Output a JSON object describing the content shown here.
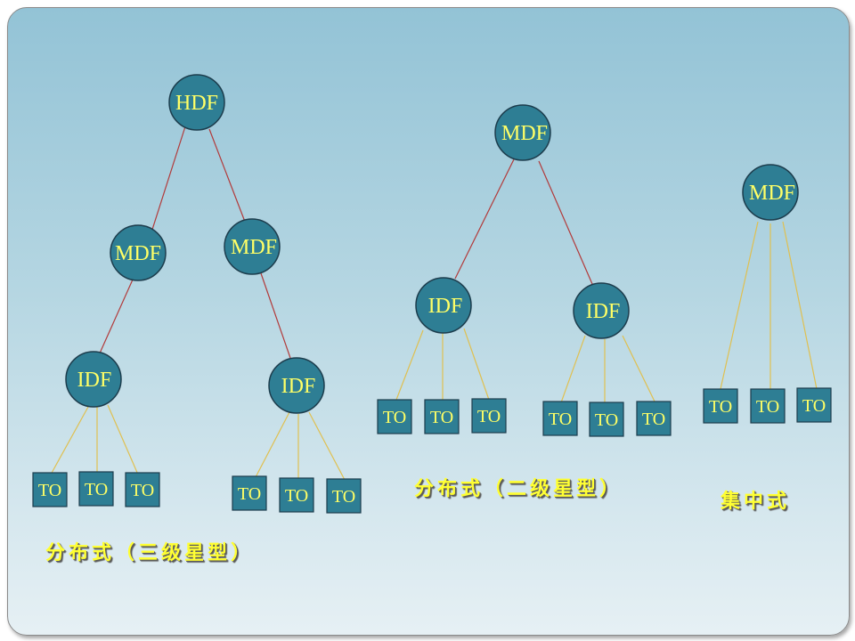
{
  "diagram": {
    "tree_three_tier": {
      "root": "HDF",
      "mdf_left": "MDF",
      "mdf_right": "MDF",
      "idf_left": "IDF",
      "idf_right": "IDF",
      "to_labels": [
        "TO",
        "TO",
        "TO",
        "TO",
        "TO",
        "TO"
      ],
      "caption": "分布式（三级星型）"
    },
    "tree_two_tier": {
      "root": "MDF",
      "idf_left": "IDF",
      "idf_right": "IDF",
      "to_labels": [
        "TO",
        "TO",
        "TO",
        "TO",
        "TO",
        "TO"
      ],
      "caption": "分布式（二级星型）"
    },
    "tree_centralized": {
      "root": "MDF",
      "to_labels": [
        "TO",
        "TO",
        "TO"
      ],
      "caption": "集中式"
    },
    "colors": {
      "node_fill": "#2e7e94",
      "label": "#ffff66",
      "edge_upper": "#b23a3a",
      "edge_lower": "#e0c050"
    }
  }
}
